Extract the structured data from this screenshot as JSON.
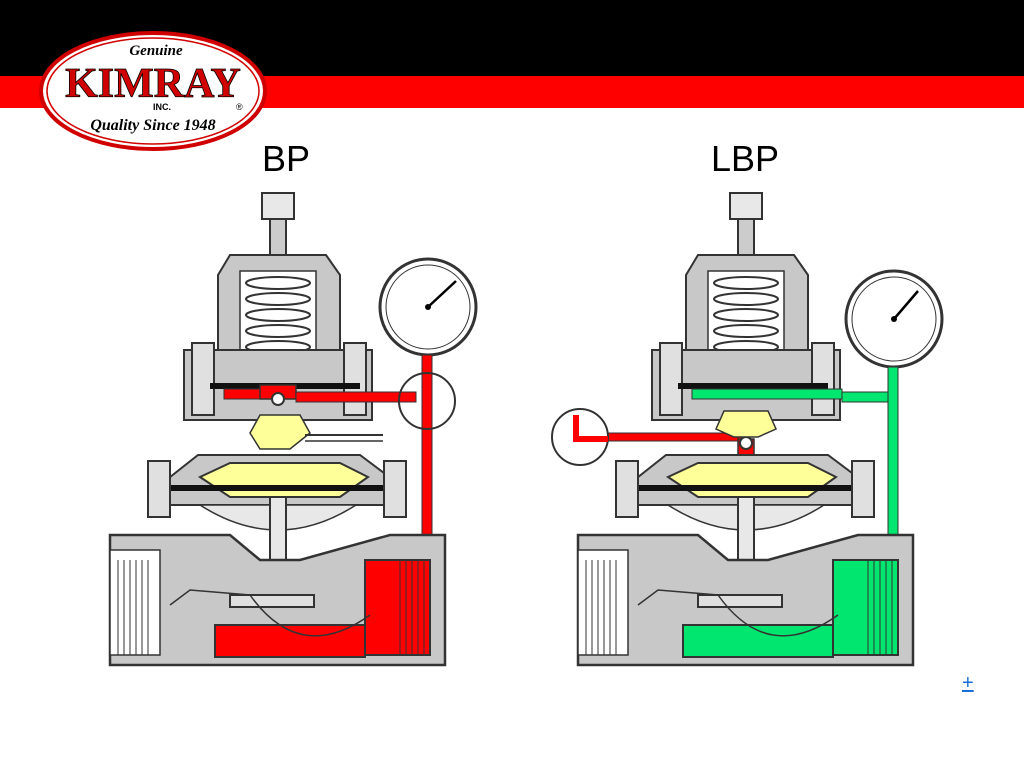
{
  "logo": {
    "top_text": "Genuine",
    "brand": "KIMRAY",
    "sub": "INC.",
    "registered": "®",
    "tagline": "Quality Since 1948"
  },
  "diagrams": [
    {
      "label": "BP",
      "fluid_color": "#ff0000"
    },
    {
      "label": "LBP",
      "fluid_color": "#00e66e"
    }
  ],
  "plus_link": "+",
  "colors": {
    "brand_red": "#ff0000",
    "band_black": "#000000",
    "body_gray": "#c8c8c8",
    "diaphragm_yellow": "#ffff99"
  }
}
